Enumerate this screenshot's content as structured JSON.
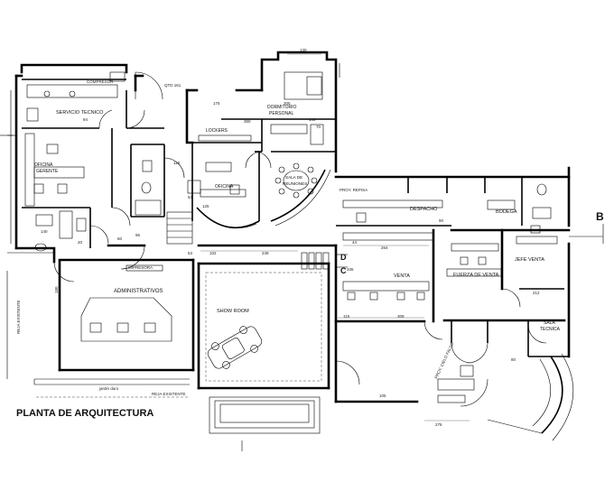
{
  "drawing": {
    "title": "PLANTA DE ARQUITECTURA",
    "section_marks": {
      "b": "B",
      "c": "C",
      "d": "D"
    }
  },
  "rooms": {
    "servicio_tecnico": "SERVICIO TECNICO",
    "oficina_gerente": [
      "OFICINA",
      "GERENTE"
    ],
    "dormitorio_personal": [
      "DORMITORIO",
      "PERSONAL"
    ],
    "lockers": "LOCKERS",
    "oficina": "OFICINA",
    "sala_reuniones": [
      "SALA DE",
      "REUNIONES"
    ],
    "despacho": "DESPACHO",
    "bodega": "BODEGA",
    "administrativos": "ADMINISTRATIVOS",
    "show_room": "SHOW ROOM",
    "venta": "VENTA",
    "fuerza_de_venta": "FUERZA DE VENTA",
    "jefe_venta": "JEFE VENTA",
    "sala_tecnica": [
      "SALA",
      "TECNICA"
    ]
  },
  "notes": {
    "compresor": "COMPRESOR",
    "impresora": "IMPRESORA",
    "reja_existente_left": "REJA EXISTENTE",
    "reja_existente_bottom": "REJA EXISTENTE",
    "jardin_duro": "jardin duro",
    "proy_repisa": "PROY. REPISA",
    "prov_cielo_falso": "PROY. CIELO FALSO"
  },
  "dimensions": {
    "d130": "130",
    "d161": "QTD 161",
    "d175": "175",
    "d305": "305",
    "d350": "350",
    "d140": "140",
    "d70": "70",
    "d115": "115",
    "d125": "125",
    "d54": "54",
    "d102": "102",
    "d249": "249",
    "d264": "264",
    "d44": "44",
    "d90": "90",
    "d212": "212",
    "d309": "309",
    "d275": "275",
    "d140b": "140",
    "d20": "20",
    "d180": "180",
    "d94": "94",
    "d96": "96",
    "d105": "105",
    "d105b": "105",
    "d60": "60",
    "d53": "53",
    "d80": "80"
  }
}
